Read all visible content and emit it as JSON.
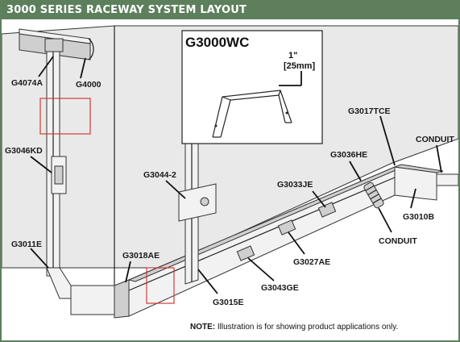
{
  "header": {
    "title": "3000 SERIES RACEWAY SYSTEM LAYOUT"
  },
  "colors": {
    "header_bg": "#5d7f5c",
    "header_text": "#ffffff",
    "highlight": "#d43a3a"
  },
  "inset": {
    "title": "G3000WC",
    "dimension_in": "1\"",
    "dimension_mm": "[25mm]"
  },
  "labels": {
    "g4074a": "G4074A",
    "g4000": "G4000",
    "g3046kd": "G3046KD",
    "g3011e": "G3011E",
    "g3018ae": "G3018AE",
    "g3044_2": "G3044-2",
    "g3015e": "G3015E",
    "g3043ge": "G3043GE",
    "g3027ae": "G3027AE",
    "g3033je": "G3033JE",
    "g3036he": "G3036HE",
    "g3017tce": "G3017TCE",
    "conduit_right": "CONDUIT",
    "g3010b": "G3010B",
    "conduit_bottom": "CONDUIT"
  },
  "note": {
    "prefix": "NOTE:",
    "text": " Illustration is for showing product applications only."
  }
}
